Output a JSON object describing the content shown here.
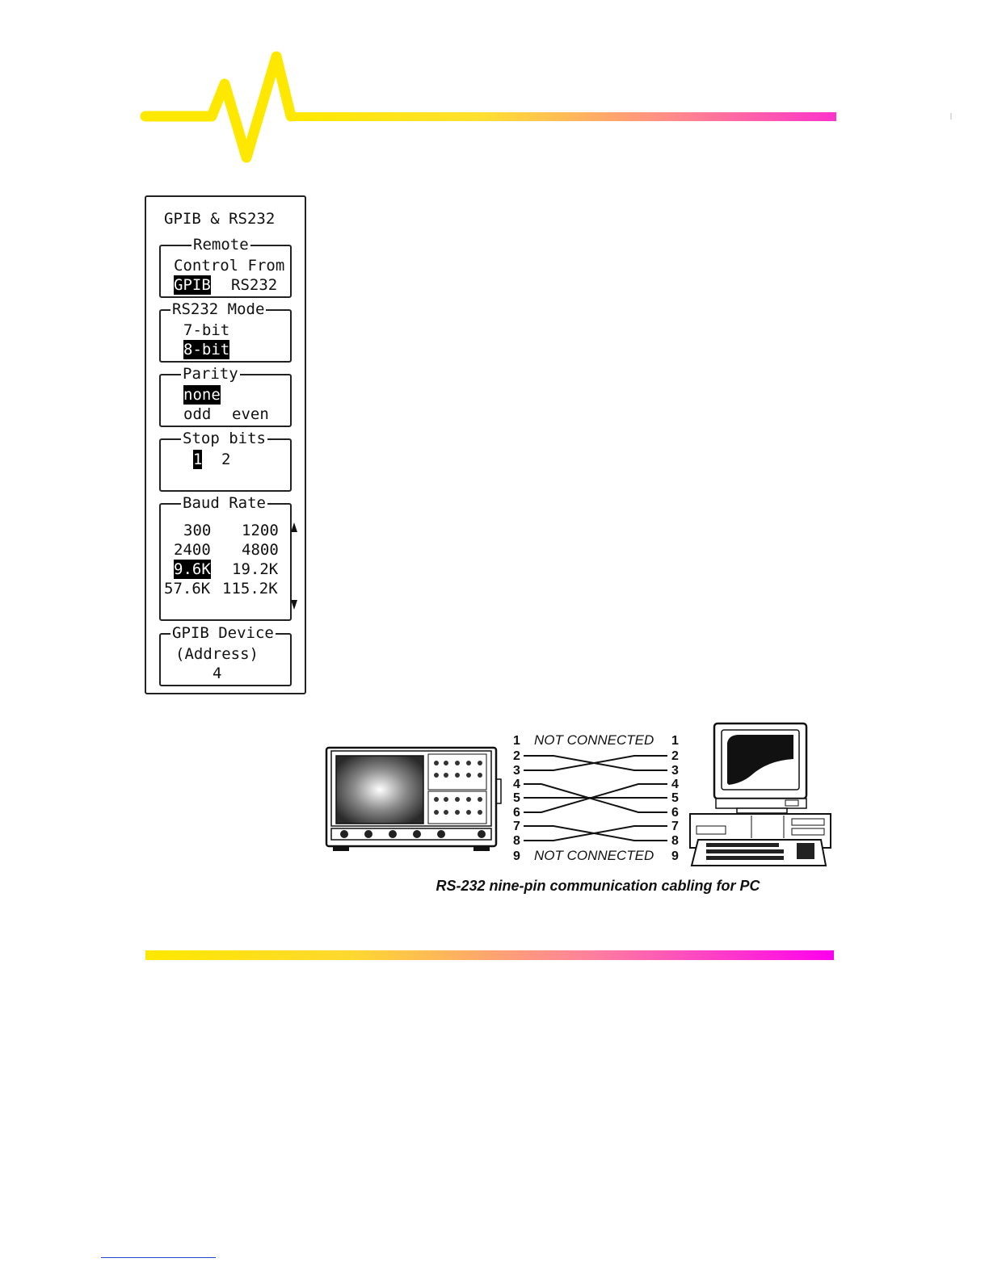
{
  "menu": {
    "title": "GPIB & RS232",
    "remote": {
      "legend": "Remote",
      "line": "Control From",
      "options": [
        "GPIB",
        "RS232"
      ],
      "selected": "GPIB"
    },
    "rs232_mode": {
      "legend": "RS232 Mode",
      "options": [
        "7-bit",
        "8-bit"
      ],
      "selected": "8-bit"
    },
    "parity": {
      "legend": "Parity",
      "options": [
        "none",
        "odd",
        "even"
      ],
      "selected": "none"
    },
    "stop_bits": {
      "legend": "Stop bits",
      "options": [
        "1",
        "2"
      ],
      "selected": "1"
    },
    "baud_rate": {
      "legend": "Baud Rate",
      "options": [
        "300",
        "1200",
        "2400",
        "4800",
        "9.6K",
        "19.2K",
        "57.6K",
        "115.2K"
      ],
      "selected": "9.6K"
    },
    "gpib_device": {
      "legend": "GPIB Device",
      "line": "(Address)",
      "value": "4"
    }
  },
  "cabling": {
    "pins_left": [
      "1",
      "2",
      "3",
      "4",
      "5",
      "6",
      "7",
      "8",
      "9"
    ],
    "pins_right": [
      "1",
      "2",
      "3",
      "4",
      "5",
      "6",
      "7",
      "8",
      "9"
    ],
    "not_connected_top": "NOT CONNECTED",
    "not_connected_bottom": "NOT CONNECTED",
    "caption": "RS-232 nine-pin communication cabling for PC"
  },
  "colors": {
    "gradient_start": "#ffe800",
    "gradient_end": "#ff00ee",
    "selection": "#000000"
  }
}
